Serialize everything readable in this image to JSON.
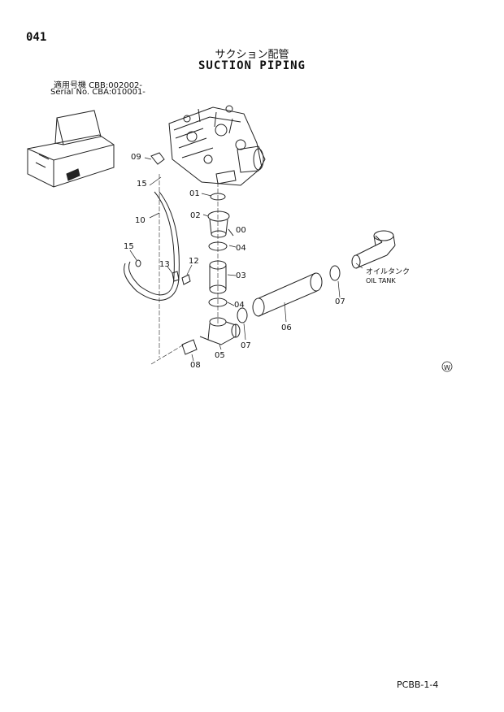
{
  "page_number": "041",
  "title_jp": "サクション配管",
  "title_en": "SUCTION PIPING",
  "serial_lines": [
    "適用号機 CBB:002002-",
    "Serial No. CBA:010001-"
  ],
  "part_labels": {
    "p00": "00",
    "p01": "01",
    "p02": "02",
    "p03": "03",
    "p04a": "04",
    "p04b": "04",
    "p05": "05",
    "p06": "06",
    "p07a": "07",
    "p07b": "07",
    "p08": "08",
    "p09": "09",
    "p10": "10",
    "p12": "12",
    "p13": "13",
    "p15a": "15",
    "p15b": "15"
  },
  "oil_tank_jp": "オイルタンク",
  "oil_tank_en": "OIL TANK",
  "mark_symbol": "W",
  "footer_code": "PCBB-1-4"
}
